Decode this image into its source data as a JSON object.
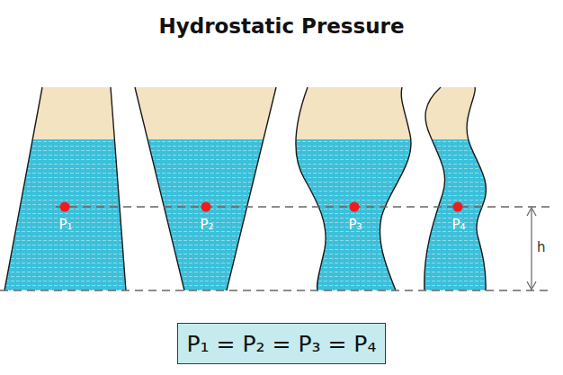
{
  "diagram": {
    "title": "Hydrostatic Pressure",
    "nodes": [
      {
        "text": [
          "P₁ = P₂ = P₃ = P₄"
        ]
      }
    ],
    "labels": [
      "P₁",
      "P₂",
      "P₃",
      "P₄",
      "h"
    ]
  }
}
